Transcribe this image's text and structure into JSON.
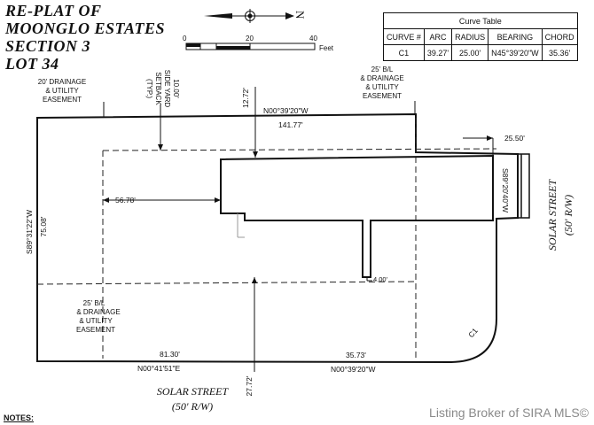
{
  "title_lines": [
    "RE-PLAT OF",
    "MOONGLO ESTATES",
    "SECTION 3",
    "LOT 34"
  ],
  "north": {
    "label": "N"
  },
  "scale_bar": {
    "ticks": [
      "0",
      "20",
      "40"
    ],
    "unit": "Feet"
  },
  "curve_table": {
    "caption": "Curve Table",
    "headers": [
      "CURVE #",
      "ARC",
      "RADIUS",
      "BEARING",
      "CHORD"
    ],
    "rows": [
      [
        "C1",
        "39.27'",
        "25.00'",
        "N45°39'20\"W",
        "35.36'"
      ]
    ]
  },
  "labels": {
    "drainage_tl": [
      "20' DRAINAGE",
      "& UTILITY",
      "EASEMENT"
    ],
    "setback": [
      "10.00'",
      "SIDE YARD",
      "SETBACK",
      "(TYP.)"
    ],
    "bl_top": [
      "25' B/L",
      "& DRAINAGE",
      "& UTILITY",
      "EASEMENT"
    ],
    "bl_bottom": [
      "25' B/L",
      "& DRAINAGE",
      "& UTILITY",
      "EASEMENT"
    ],
    "dim_1272": "12.72'",
    "bearing_top": "N00°39'20\"W",
    "dist_top": "141.77'",
    "dim_2550": "25.50'",
    "bearing_right": "S89°20'40\"W",
    "dim_5678": "56.78'",
    "bearing_left": "S89°31'22\"W",
    "dist_left": "75.08'",
    "dim_400": "4.00'",
    "dist_bottom_left": "81.30'",
    "bearing_bottom_left": "N00°41'51\"E",
    "dist_bottom_right": "35.73'",
    "bearing_bottom_right": "N00°39'20\"W",
    "dim_2772": "27.72'",
    "curve_label": "C1"
  },
  "streets": {
    "bottom": [
      "SOLAR STREET",
      "(50' R/W)"
    ],
    "right": [
      "SOLAR STREET",
      "(50' R/W)"
    ]
  },
  "notes_label": "NOTES:",
  "watermark": "Listing Broker of SIRA MLS©"
}
